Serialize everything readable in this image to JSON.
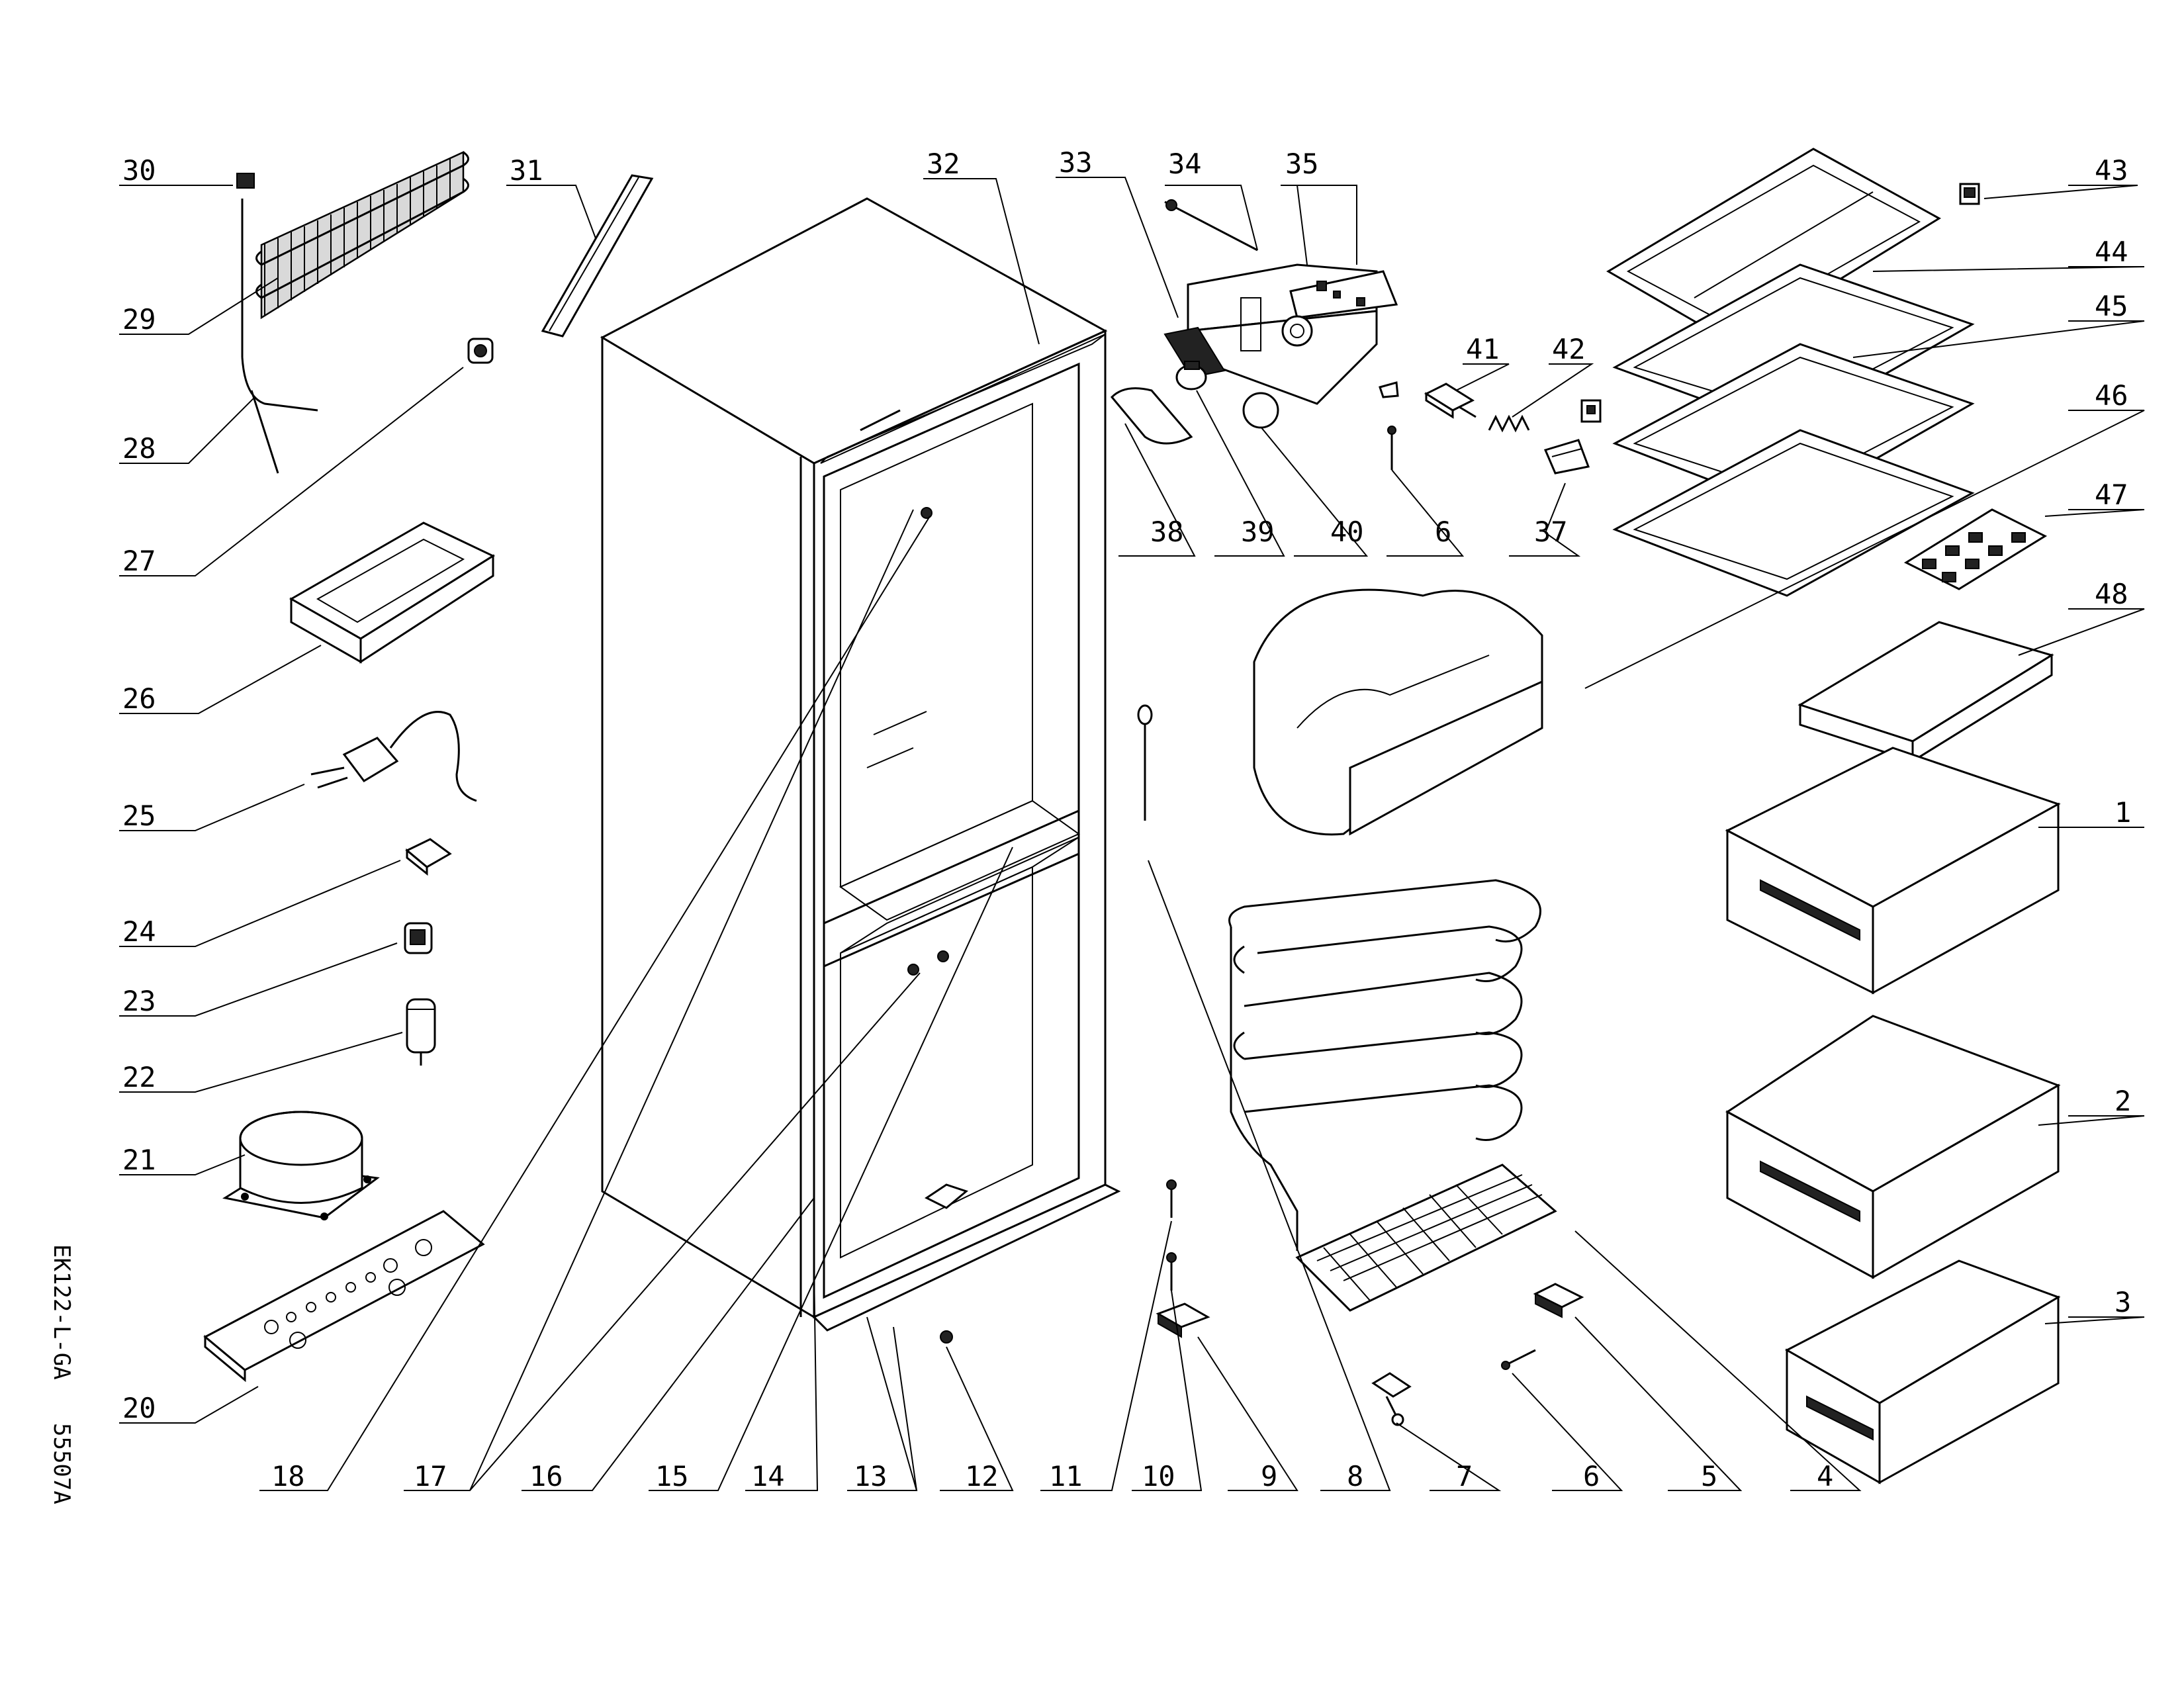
{
  "document_code": "EK122-L-GA",
  "document_number": "55507A",
  "part_labels": [
    "1",
    "2",
    "3",
    "4",
    "5",
    "6",
    "7",
    "8",
    "9",
    "10",
    "11",
    "12",
    "13",
    "14",
    "15",
    "16",
    "17",
    "18",
    "20",
    "21",
    "22",
    "23",
    "24",
    "25",
    "26",
    "27",
    "28",
    "29",
    "30",
    "31",
    "32",
    "33",
    "34",
    "35",
    "37",
    "38",
    "39",
    "40",
    "41",
    "42",
    "43",
    "44",
    "45",
    "46",
    "47",
    "48"
  ]
}
